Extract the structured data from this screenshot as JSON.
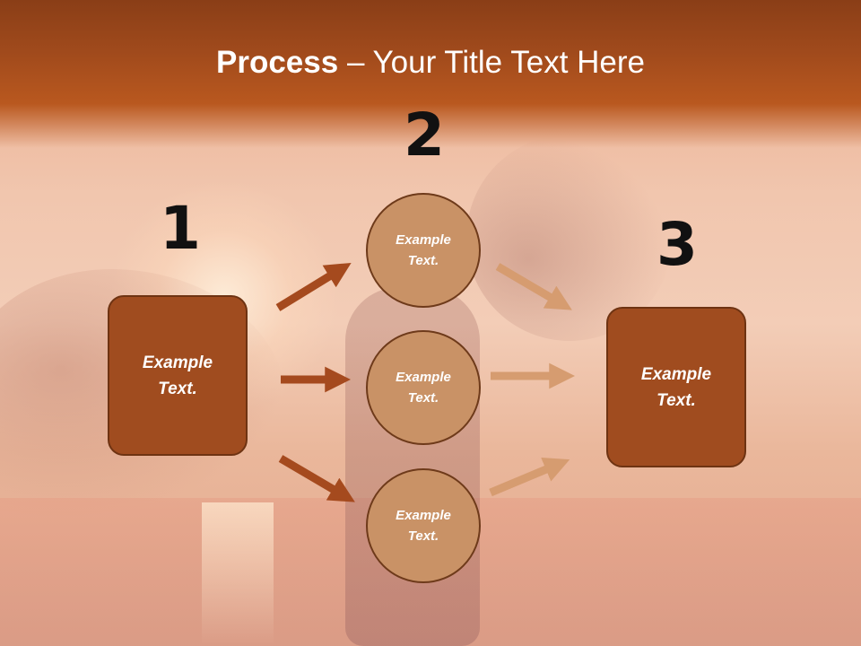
{
  "slide": {
    "title_bold": "Process",
    "title_rest": " – Your Title Text Here",
    "steps": [
      "1",
      "2",
      "3"
    ],
    "left_box": "Example\nText.",
    "right_box": "Example\nText.",
    "circles": [
      "Example\nText.",
      "Example\nText.",
      "Example\nText."
    ]
  },
  "colors": {
    "box_fill": "#a04c1f",
    "circle_fill": "#c99266",
    "arrow_dark": "#a54a1e",
    "arrow_light": "#d69c70"
  }
}
